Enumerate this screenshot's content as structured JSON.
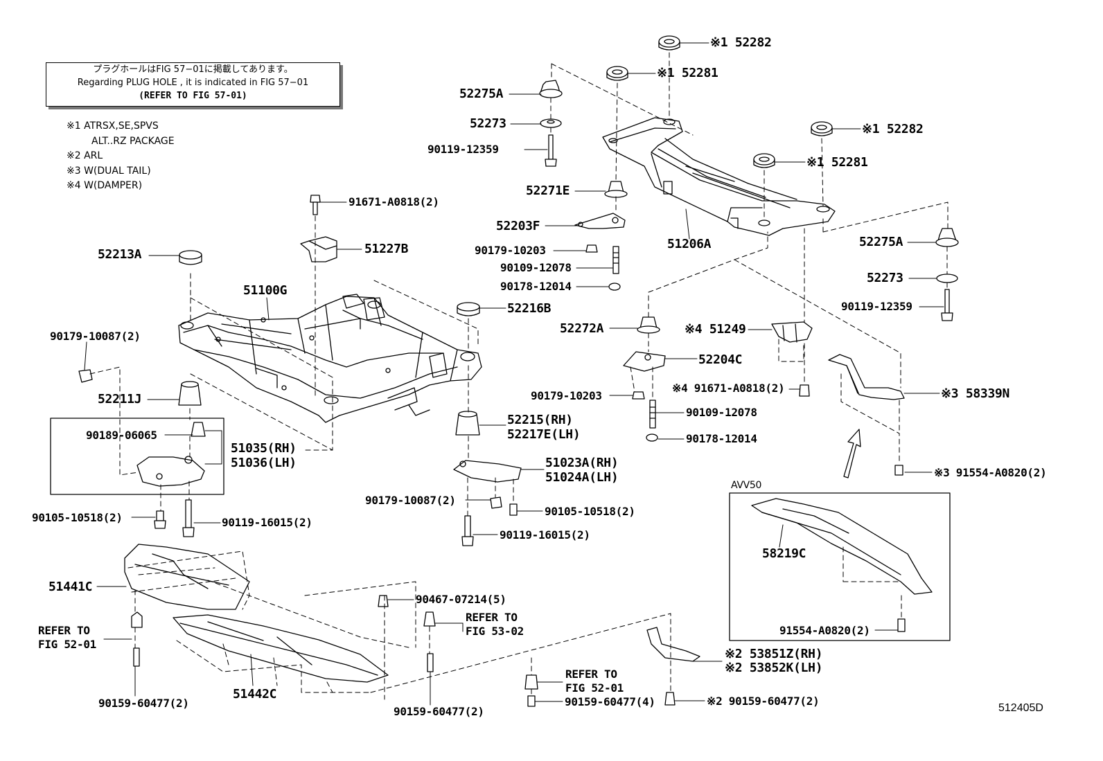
{
  "note": {
    "jp": "プラグホールはFIG 57−01に掲載してあります。",
    "en": "Regarding  PLUG  HOLE , it is indicated in FIG  57−01",
    "ref": "(REFER TO FIG 57-01)"
  },
  "legend": [
    "※1 ATRSX,SE,SPVS",
    "ALT..RZ PACKAGE",
    "※2 ARL",
    "※3 W(DUAL TAIL)",
    "※4 W(DAMPER)"
  ],
  "labels": {
    "p52282a": "※1 52282",
    "p52281a": "※1 52281",
    "p52275a_l": "52275A",
    "p52273_l": "52273",
    "p90119_12359_l": "90119-12359",
    "p52282b": "※1 52282",
    "p52281b": "※1 52281",
    "p52271e": "52271E",
    "p52203f": "52203F",
    "p90179_10203_a": "90179-10203",
    "p90109_12078_a": "90109-12078",
    "p90178_12014_a": "90178-12014",
    "p51206a": "51206A",
    "p52275a_r": "52275A",
    "p52273_r": "52273",
    "p90119_12359_r": "90119-12359",
    "p91671_a0818": "91671-A0818(2)",
    "p51227b": "51227B",
    "p52213a": "52213A",
    "p51100g": "51100G",
    "p52216b": "52216B",
    "p90179_10087_l": "90179-10087(2)",
    "p52211j": "52211J",
    "p90189_06065": "90189-06065",
    "p51035": "51035(RH)",
    "p51036": "51036(LH)",
    "p52272a": "52272A",
    "p51249": "※4 51249",
    "p52204c": "52204C",
    "p91671_a0818_b": "※4 91671-A0818(2)",
    "p90179_10203_b": "90179-10203",
    "p90109_12078_b": "90109-12078",
    "p90178_12014_b": "90178-12014",
    "p58339n": "※3 58339N",
    "p52215": "52215(RH)",
    "p52217e": "52217E(LH)",
    "p51023a": "51023A(RH)",
    "p51024a": "51024A(LH)",
    "p90179_10087_c": "90179-10087(2)",
    "p90105_10518_c": "90105-10518(2)",
    "p90119_16015_c": "90119-16015(2)",
    "p91554_a0820_a": "※3 91554-A0820(2)",
    "p90105_10518_l": "90105-10518(2)",
    "p90119_16015_l": "90119-16015(2)",
    "avv50": "AVV50",
    "p58219c": "58219C",
    "p91554_a0820_b": "91554-A0820(2)",
    "p51441c": "51441C",
    "p90467_07214": "90467-07214(5)",
    "refer_to_a": "REFER TO",
    "fig_53_02": "FIG 53-02",
    "refer_to_b": "REFER TO",
    "fig_52_01_b": "FIG 52-01",
    "refer_to_c": "REFER TO",
    "fig_52_01_c": "FIG 52-01",
    "p53851z": "※2 53851Z(RH)",
    "p53852k": "※2 53852K(LH)",
    "p90159_60477_l": "90159-60477(2)",
    "p51442c": "51442C",
    "p90159_60477_c": "90159-60477(2)",
    "p90159_60477_4": "90159-60477(4)",
    "p90159_60477_r": "※2 90159-60477(2)"
  },
  "sheet_id": "512405D"
}
